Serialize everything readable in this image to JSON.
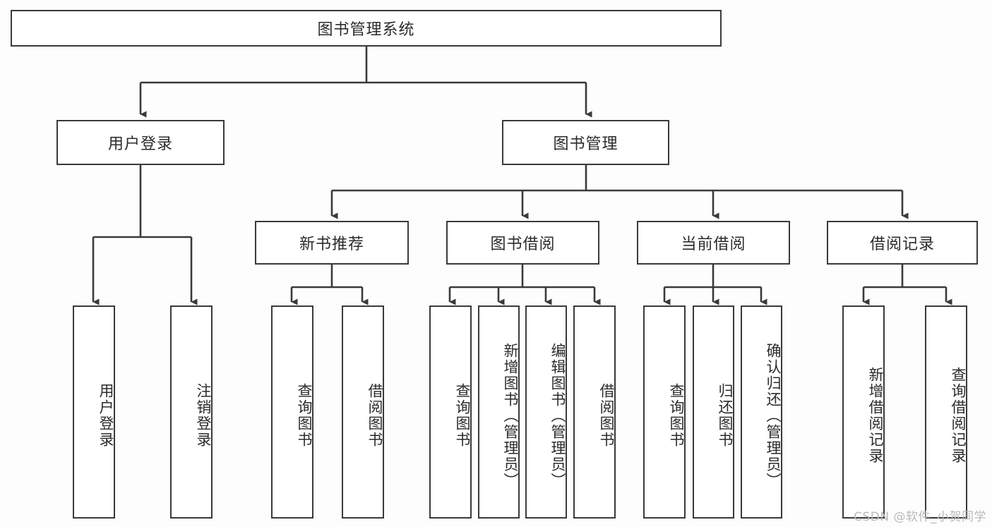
{
  "diagram": {
    "type": "tree",
    "title": "图书管理系统",
    "watermark": "CSDN @软件_小贺同学",
    "colors": {
      "line": "#3a3a3a",
      "box_fill": "#ffffff",
      "background": "#fdfdfd",
      "text": "#2b2b2b",
      "watermark": "#b9b9b9"
    },
    "root": {
      "label": "图书管理系统"
    },
    "level2": [
      {
        "label": "用户登录"
      },
      {
        "label": "图书管理"
      }
    ],
    "level3": [
      {
        "label": "新书推荐"
      },
      {
        "label": "图书借阅"
      },
      {
        "label": "当前借阅"
      },
      {
        "label": "借阅记录"
      }
    ],
    "leaves": {
      "user_login": [
        {
          "label": "用户登录"
        },
        {
          "label": "注销登录"
        }
      ],
      "new_book": [
        {
          "label": "查询图书"
        },
        {
          "label": "借阅图书"
        }
      ],
      "borrow_book": [
        {
          "label": "查询图书"
        },
        {
          "label": "新增图书（管理员）"
        },
        {
          "label": "编辑图书（管理员）"
        },
        {
          "label": "借阅图书"
        }
      ],
      "current_borrow": [
        {
          "label": "查询图书"
        },
        {
          "label": "归还图书"
        },
        {
          "label": "确认归还（管理员）"
        }
      ],
      "borrow_record": [
        {
          "label": "新增借阅记录"
        },
        {
          "label": "查询借阅记录"
        }
      ]
    }
  }
}
